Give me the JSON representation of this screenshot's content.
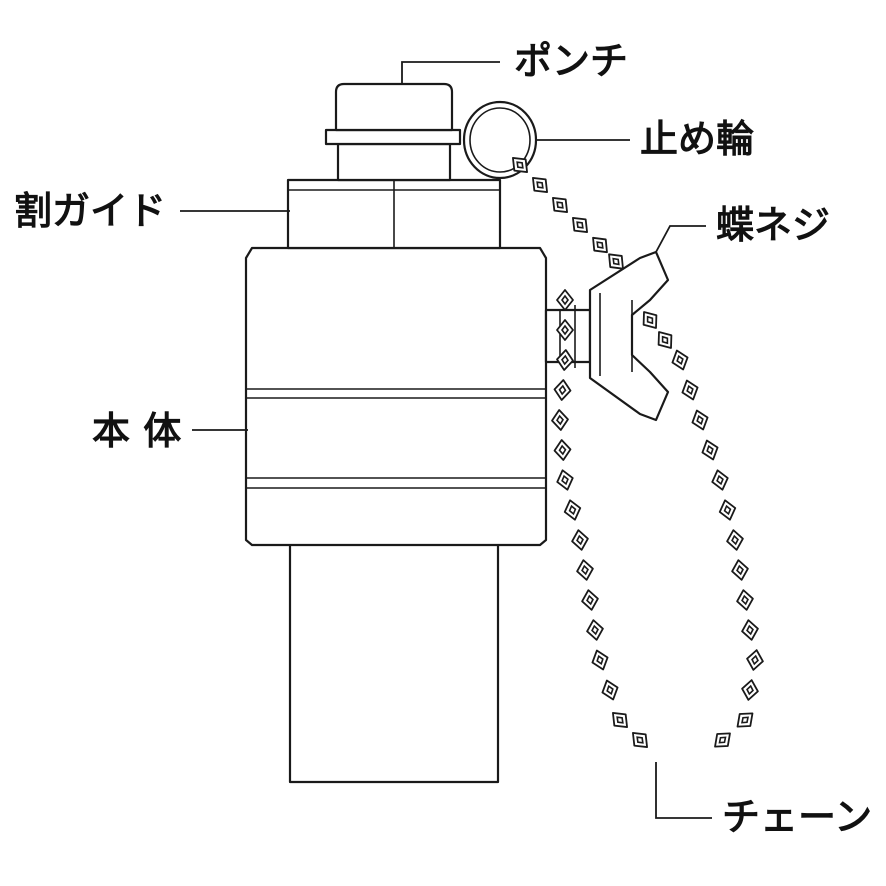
{
  "labels": {
    "punch": "ポンチ",
    "stop_ring": "止め輪",
    "split_guide": "割ガイド",
    "wing_screw": "蝶ネジ",
    "body": "本 体",
    "chain": "チェーン"
  }
}
